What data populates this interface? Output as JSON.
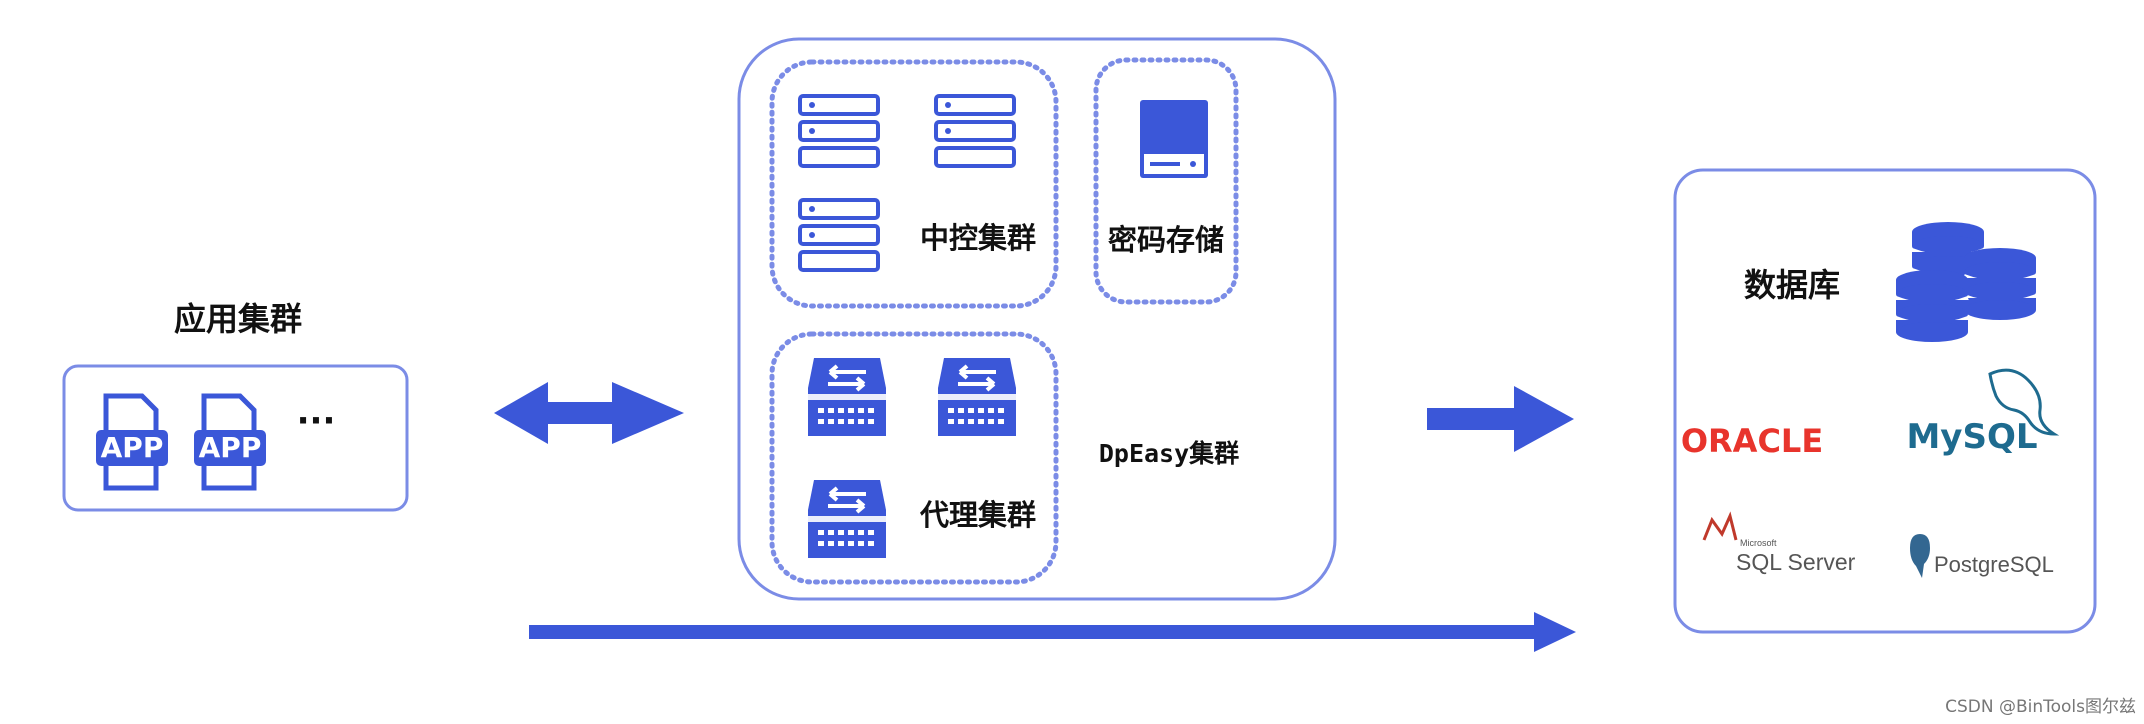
{
  "diagram": {
    "app_cluster": {
      "title": "应用集群",
      "app_icon_label": "APP",
      "more": "···"
    },
    "dpeasy_cluster": {
      "label": "DpEasy集群",
      "central_control": {
        "label": "中控集群"
      },
      "key_storage": {
        "label": "密码存储"
      },
      "proxy_cluster": {
        "label": "代理集群"
      }
    },
    "database": {
      "label": "数据库",
      "logos": {
        "oracle": "ORACLE",
        "mysql": "MySQL",
        "sqlserver_small": "Microsoft",
        "sqlserver": "SQL Server",
        "postgresql": "PostgreSQL"
      }
    },
    "colors": {
      "accent": "#3b57d8",
      "box_border": "#7b8ce6",
      "oracle_red": "#e8342c",
      "mysql_blue": "#1e6b8f",
      "mysql_orange": "#e48e00",
      "gray_text": "#555555"
    },
    "watermark": "CSDN @BinTools图尔兹"
  }
}
